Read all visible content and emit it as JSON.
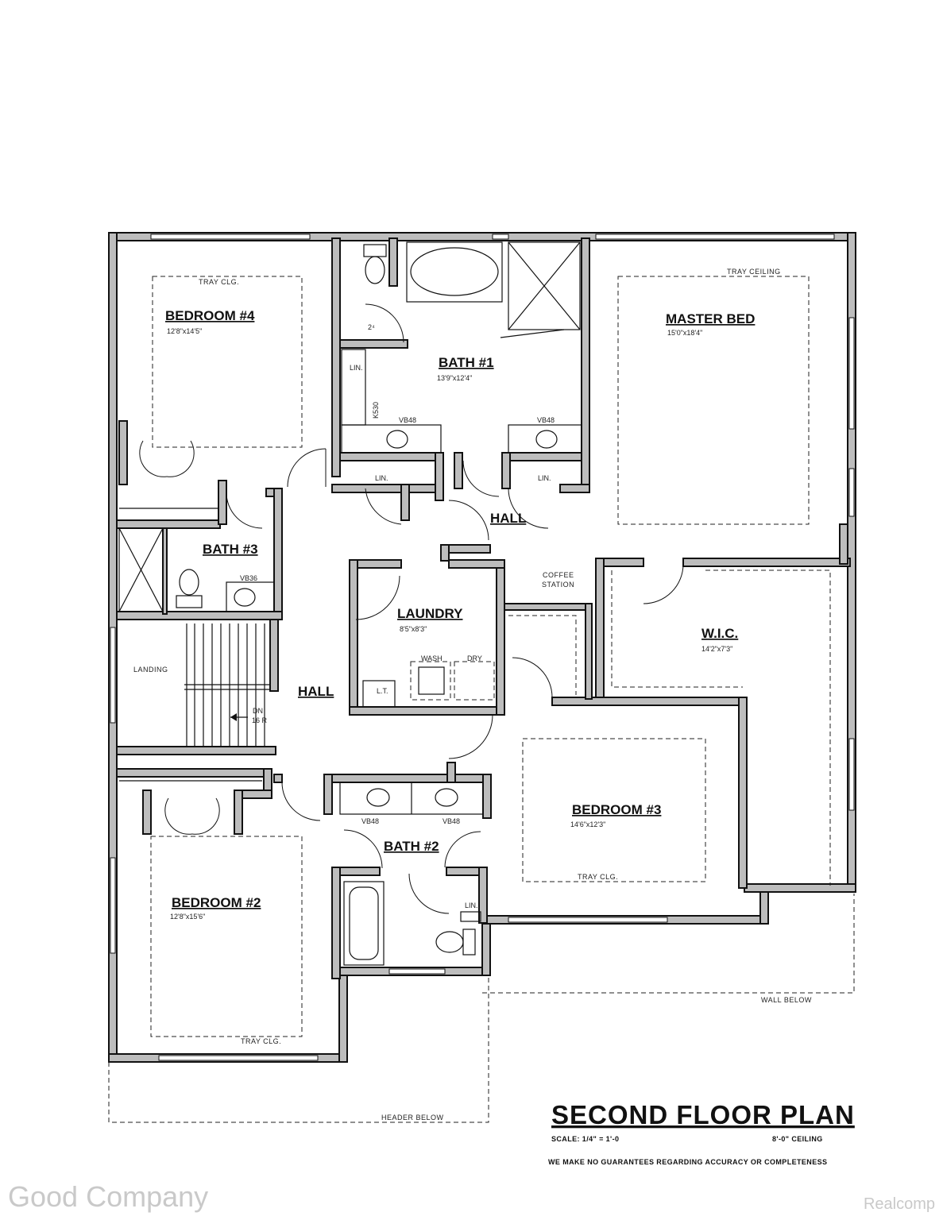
{
  "plan": {
    "title": "SECOND FLOOR PLAN",
    "scale": "SCALE: 1/4\" = 1'-0",
    "ceiling": "8'-0\" CEILING",
    "disclaimer": "WE MAKE NO GUARANTEES REGARDING ACCURACY OR COMPLETENESS"
  },
  "rooms": {
    "bedroom4": {
      "name": "BEDROOM #4",
      "dims": "12'8\"x14'5\"",
      "ceiling": "TRAY CLG."
    },
    "bath1": {
      "name": "BATH #1",
      "dims": "13'9\"x12'4\""
    },
    "master": {
      "name": "MASTER BED",
      "dims": "15'0\"x18'4\"",
      "ceiling": "TRAY CEILING"
    },
    "bath3": {
      "name": "BATH #3"
    },
    "laundry": {
      "name": "LAUNDRY",
      "dims": "8'5\"x8'3\""
    },
    "wic": {
      "name": "W.I.C.",
      "dims": "14'2\"x7'3\""
    },
    "bedroom3": {
      "name": "BEDROOM #3",
      "dims": "14'6\"x12'3\"",
      "ceiling": "TRAY CLG."
    },
    "bath2": {
      "name": "BATH #2"
    },
    "bedroom2": {
      "name": "BEDROOM #2",
      "dims": "12'8\"x15'6\"",
      "ceiling": "TRAY CLG."
    },
    "hall_upper": {
      "name": "HALL"
    },
    "hall_main": {
      "name": "HALL"
    }
  },
  "labels": {
    "landing": "LANDING",
    "stairs_dn": "DN",
    "stairs_risers": "16 R",
    "coffee": "COFFEE",
    "station": "STATION",
    "lin1": "LIN.",
    "lin2": "LIN.",
    "lin3": "LIN.",
    "lin4": "LIN.",
    "k": "K530",
    "tub_note": "2⁴",
    "vb48_a": "VB48",
    "vb48_b": "VB48",
    "vb36": "VB36",
    "vb48_c": "VB48",
    "vb48_d": "VB48",
    "wash": "WASH",
    "dry": "DRY",
    "lt": "L.T.",
    "wall_below": "WALL BELOW",
    "header_below": "HEADER BELOW"
  },
  "watermarks": {
    "left": "Good Company",
    "right": "Realcomp"
  }
}
